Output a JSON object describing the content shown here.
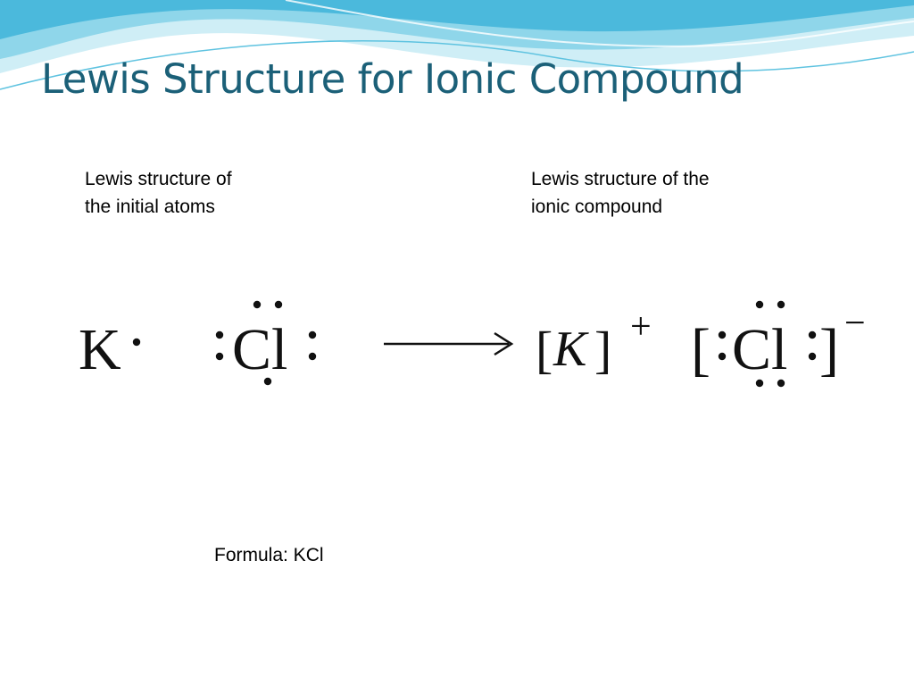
{
  "slide": {
    "title": "Lewis Structure for Ionic Compound",
    "caption_left": {
      "line1": "Lewis structure of",
      "line2": "the initial atoms"
    },
    "caption_right": {
      "line1": "Lewis structure of the",
      "line2": "ionic compound"
    },
    "formula": "Formula: KCl",
    "equation": {
      "reactant_potassium": "K",
      "reactant_chlorine": "Cl",
      "product_potassium": "K",
      "product_chlorine": "Cl",
      "left_bracket": "[",
      "right_bracket": "]",
      "cation_charge": "+",
      "anion_charge": "−"
    }
  },
  "colors": {
    "title": "#1b6078",
    "wave_light": "#cfeef6",
    "wave_mid": "#8fd6ea",
    "wave_dark": "#4bb9dc",
    "ink": "#111111"
  }
}
